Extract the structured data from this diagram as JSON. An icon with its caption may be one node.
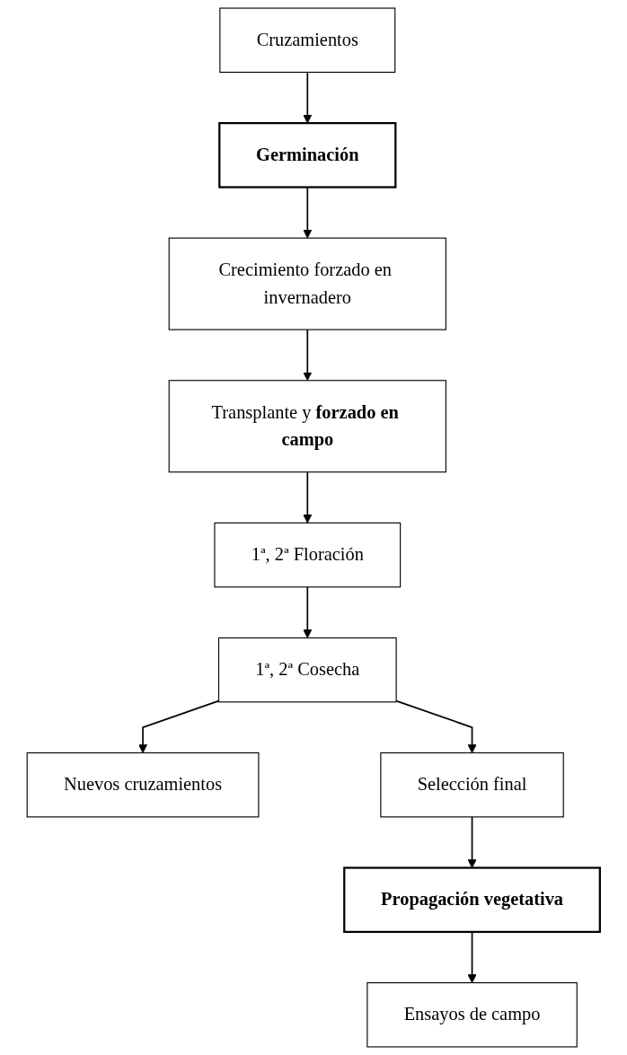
{
  "diagram": {
    "nodes": [
      {
        "text": [
          "Cruzamientos"
        ]
      },
      {
        "text": [
          "Germinación"
        ]
      },
      {
        "text": [
          "Crecimiento forzado en invernadero"
        ]
      },
      {
        "text": [
          "Transplante y **forzado en campo**"
        ]
      },
      {
        "text": [
          "1ª, 2ª Floración"
        ]
      },
      {
        "text": [
          "1ª, 2ª Cosecha"
        ]
      },
      {
        "text": [
          "Nuevos cruzamientos"
        ]
      },
      {
        "text": [
          "Selección final"
        ]
      },
      {
        "text": [
          "Propagación vegetativa"
        ]
      },
      {
        "text": [
          "Ensayos de campo"
        ]
      }
    ],
    "edges": [
      {
        "from": 0,
        "to": 1,
        "arrow": "to"
      },
      {
        "from": 1,
        "to": 2,
        "arrow": "to"
      },
      {
        "from": 2,
        "to": 3,
        "arrow": "to"
      },
      {
        "from": 3,
        "to": 4,
        "arrow": "to"
      },
      {
        "from": 4,
        "to": 5,
        "arrow": "to"
      },
      {
        "from": 5,
        "to": 6,
        "arrow": "to"
      },
      {
        "from": 5,
        "to": 7,
        "arrow": "to"
      },
      {
        "from": 7,
        "to": 8,
        "arrow": "to"
      },
      {
        "from": 8,
        "to": 9,
        "arrow": "to"
      }
    ]
  }
}
